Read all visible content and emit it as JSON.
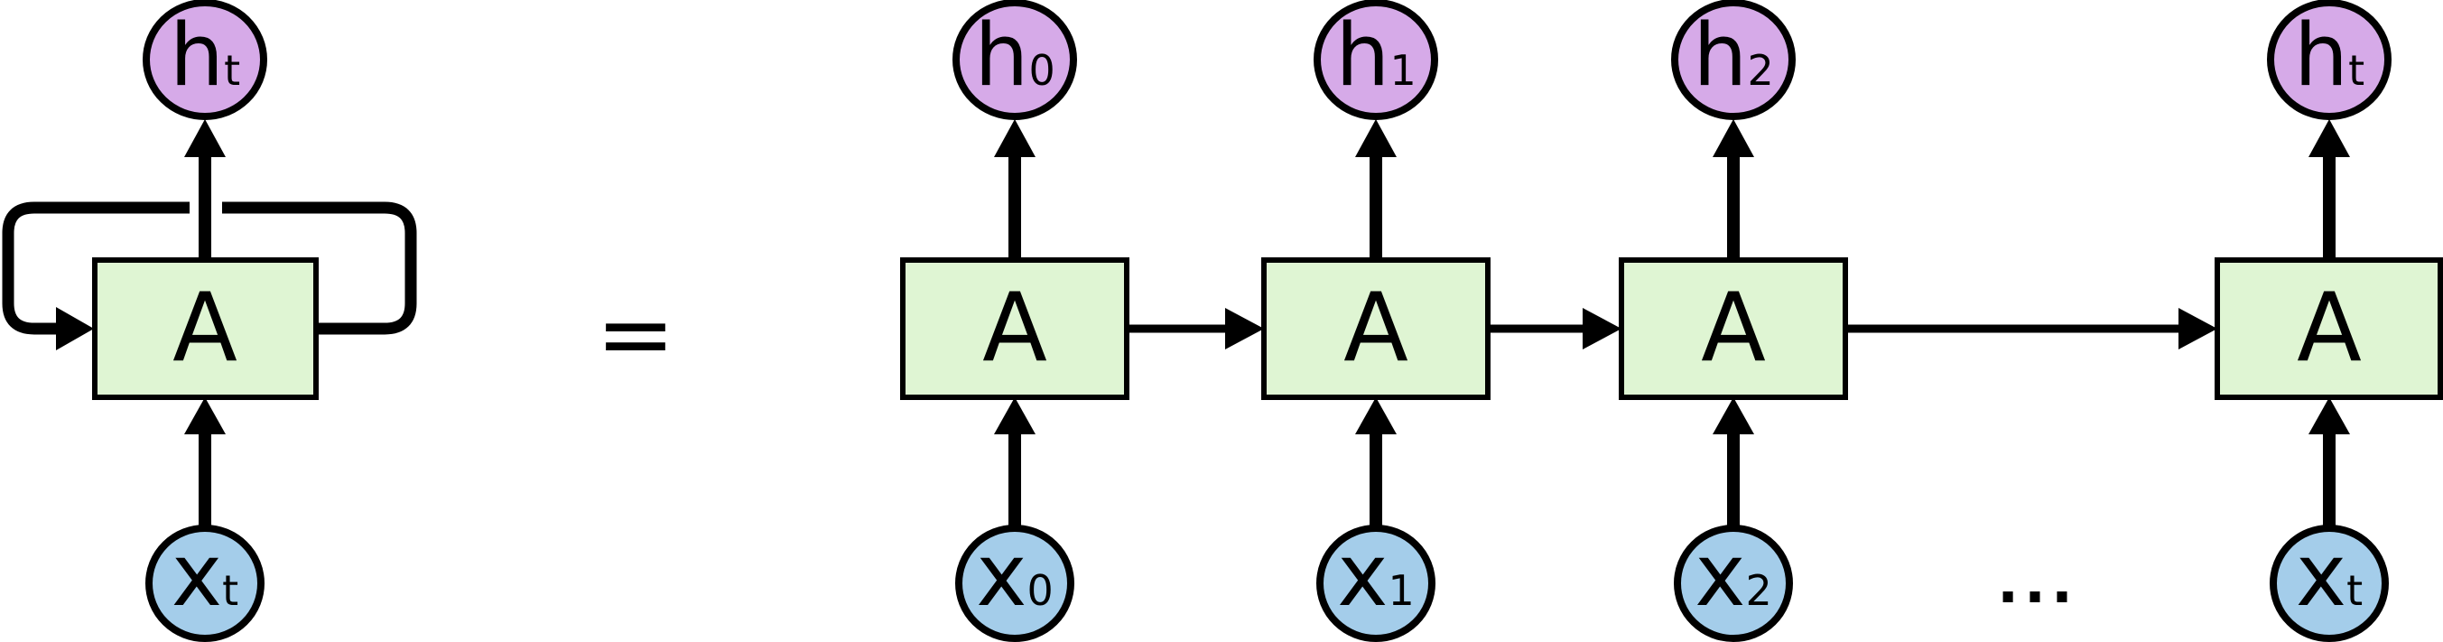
{
  "diagram": {
    "equals": "=",
    "ellipsis": "...",
    "colors": {
      "hidden_fill": "#d6aae8",
      "input_fill": "#a4cdea",
      "cell_fill": "#dff5d3",
      "line": "#000000",
      "background": "#ffffff"
    },
    "folded": {
      "h": {
        "base": "h",
        "sub": "t"
      },
      "a": "A",
      "x": {
        "base": "x",
        "sub": "t"
      }
    },
    "cells": [
      {
        "h": {
          "base": "h",
          "sub": "0"
        },
        "a": "A",
        "x": {
          "base": "x",
          "sub": "0"
        }
      },
      {
        "h": {
          "base": "h",
          "sub": "1"
        },
        "a": "A",
        "x": {
          "base": "x",
          "sub": "1"
        }
      },
      {
        "h": {
          "base": "h",
          "sub": "2"
        },
        "a": "A",
        "x": {
          "base": "x",
          "sub": "2"
        }
      },
      {
        "h": {
          "base": "h",
          "sub": "t"
        },
        "a": "A",
        "x": {
          "base": "x",
          "sub": "t"
        }
      }
    ]
  }
}
